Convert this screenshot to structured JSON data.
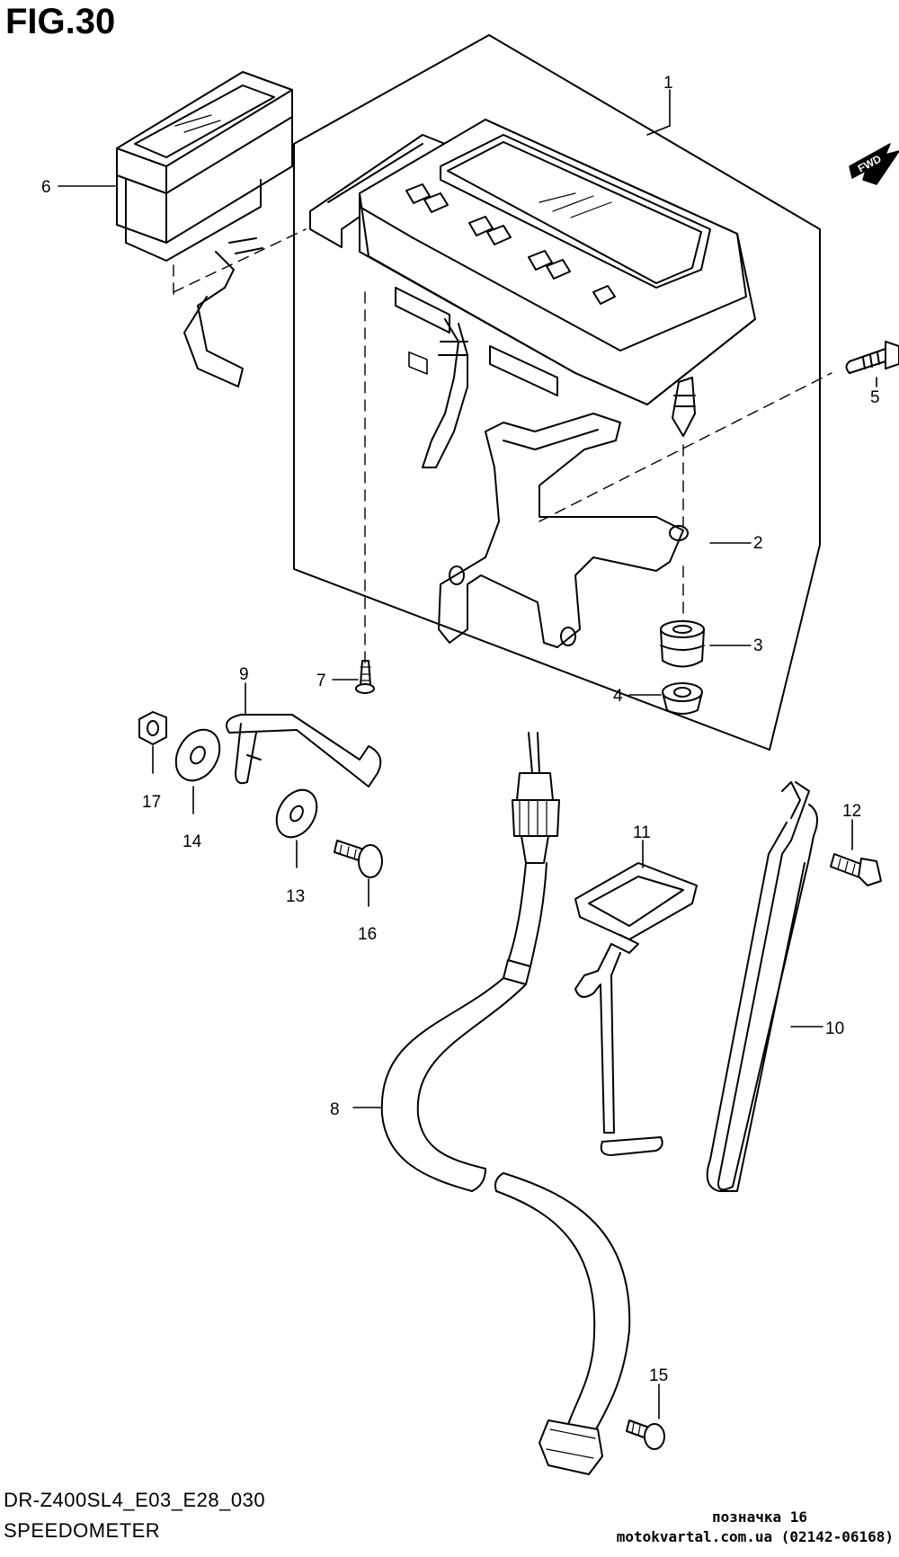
{
  "figure": {
    "title": "FIG.30",
    "reference_code": "DR-Z400SL4_E03_E28_030",
    "section_name": "SPEEDOMETER"
  },
  "direction_badge": {
    "label": "FWD",
    "icon": "forward-arrow-icon"
  },
  "callouts": {
    "p1": "1",
    "p2": "2",
    "p3": "3",
    "p4": "4",
    "p5": "5",
    "p6": "6",
    "p7": "7",
    "p8": "8",
    "p9": "9",
    "p10": "10",
    "p11": "11",
    "p12": "12",
    "p13": "13",
    "p14": "14",
    "p15": "15",
    "p16": "16",
    "p17": "17"
  },
  "watermark": {
    "line1": "позначка 16",
    "line2": "motokvartal.com.ua (02142-06168)"
  }
}
